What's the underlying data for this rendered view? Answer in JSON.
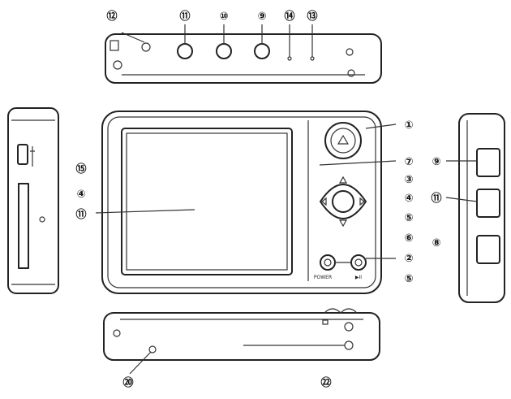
{
  "callouts": {
    "top": [
      "⑫",
      "⑪",
      "⑩",
      "⑨",
      "⑭",
      "⑬"
    ],
    "right": [
      "①",
      "⑦",
      "③",
      "④",
      "⑤",
      "⑥",
      "②",
      "⑤"
    ],
    "far_right": [
      "⑨",
      "⑪",
      "⑧"
    ],
    "left": [
      "⑮",
      "④",
      "⑪"
    ],
    "bottom_left": "⑳",
    "bottom_right": "㉒"
  },
  "device_labels": {
    "power": "POWER",
    "play": "▶II"
  }
}
